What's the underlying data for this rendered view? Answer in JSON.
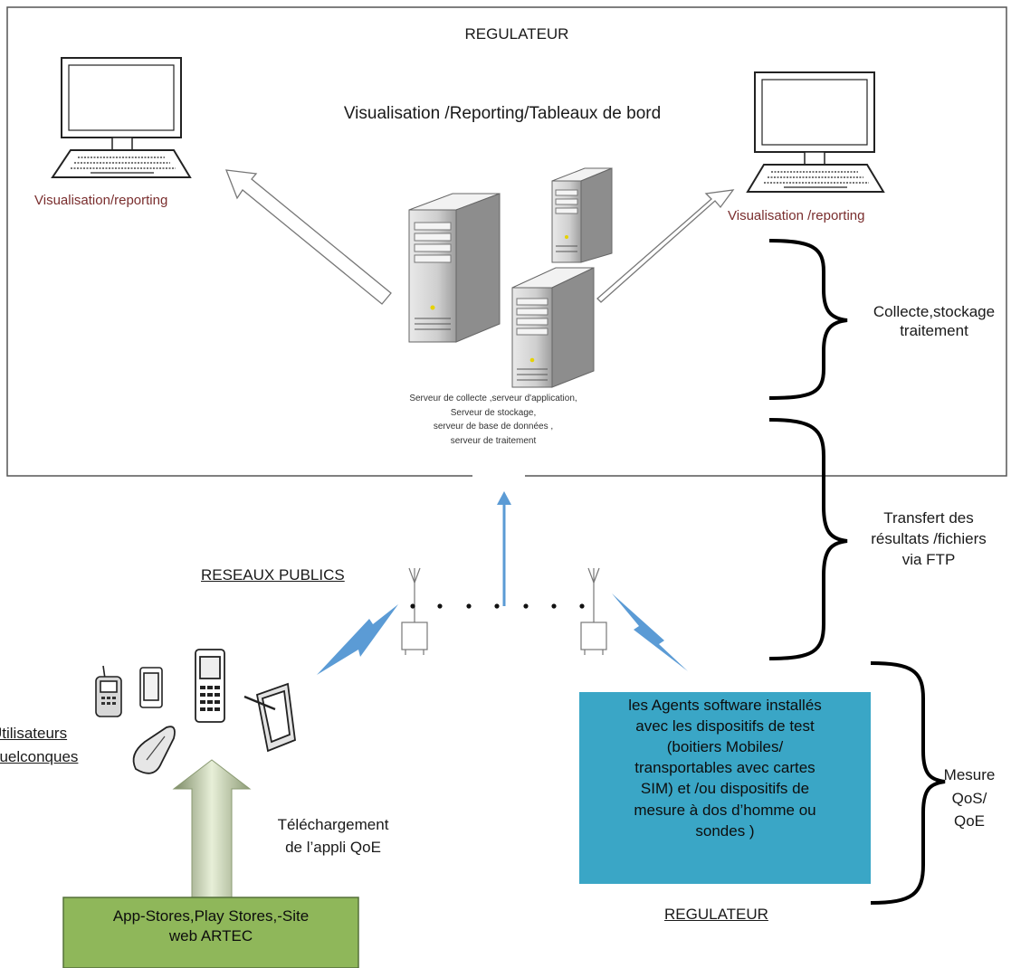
{
  "regulator_box": {
    "title": "REGULATEUR",
    "subtitle": "Visualisation /Reporting/Tableaux de bord",
    "left_terminal_label": "Visualisation/reporting",
    "right_terminal_label": "Visualisation /reporting",
    "servers_caption": [
      "Serveur de collecte ,serveur d'application,",
      "Serveur de stockage,",
      "serveur de base de données  ,",
      "serveur de traitement"
    ]
  },
  "side_labels": {
    "collecte": [
      "Collecte,stockage",
      "traitement"
    ],
    "transfert": [
      "Transfert des",
      "résultats /fichiers",
      "via FTP"
    ],
    "mesure": [
      "Mesure",
      "QoS/",
      "QoE"
    ]
  },
  "network": {
    "label": "RESEAUX PUBLICS"
  },
  "users": {
    "label": [
      "Utilisateurs",
      "quelconques"
    ]
  },
  "download": {
    "label": [
      "Téléchargement",
      "de l’appli QoE"
    ]
  },
  "stores_box": {
    "text": [
      "App-Stores,Play Stores,-Site",
      "web ARTEC"
    ],
    "fill": "#8fb75a"
  },
  "agents_box": {
    "text": [
      "les Agents software installés",
      "avec les dispositifs de test",
      "(boitiers Mobiles/",
      "transportables avec cartes",
      "SIM)  et /ou dispositifs de",
      "mesure  à dos d’homme ou",
      "sondes )"
    ],
    "fill": "#3aa6c6"
  },
  "bottom_regulator": {
    "label": "REGULATEUR"
  },
  "colors": {
    "signal_blue": "#5b9bd5",
    "label_maroon": "#7a2e2e"
  }
}
